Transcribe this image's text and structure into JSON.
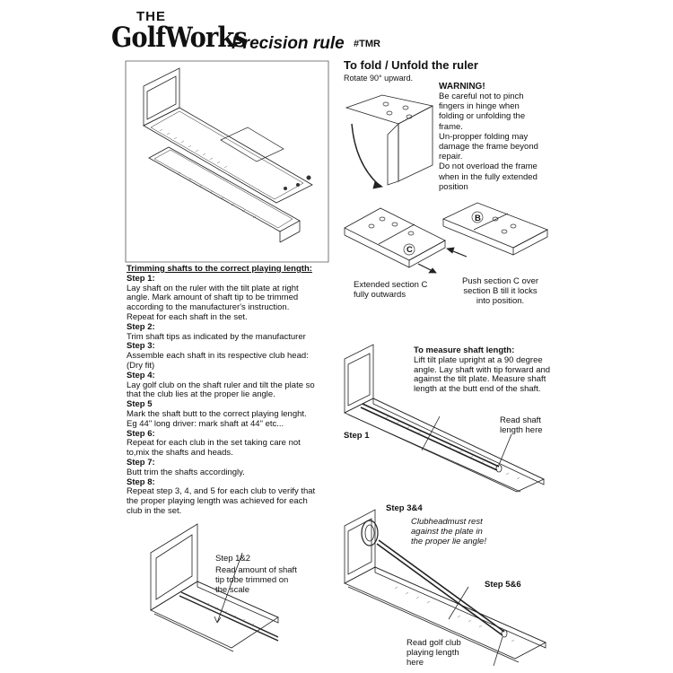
{
  "header": {
    "brand_the": "THE",
    "brand_name": "GolfWorks",
    "subtitle": "Precision rule",
    "model_code": "#TMR"
  },
  "fold_section": {
    "title": "To fold / Unfold the ruler",
    "rotate_text": "Rotate  90° upward.",
    "warning_title": "WARNING!",
    "warning_lines": [
      "Be careful not to pinch",
      "fingers in hinge when",
      "folding or unfolding the",
      "frame.",
      "Un-propper folding may",
      "damage the frame beyond",
      "repair.",
      "Do not overload the frame",
      "when in the fully extended",
      "position"
    ],
    "label_b": "B",
    "label_c": "C",
    "caption_extend": [
      "Extended section C",
      "fully outwards"
    ],
    "caption_push": [
      "Push section C over",
      "section B till it locks",
      "into position."
    ]
  },
  "trimming": {
    "heading": "Trimming shafts to the correct playing length:",
    "steps": [
      {
        "label": "Step 1:",
        "lines": [
          "Lay shaft on the ruler with the tilt plate at right",
          "angle. Mark amount of shaft tip to be trimmed",
          "according to the manufacturer's instruction.",
          "Repeat for each shaft in the set."
        ]
      },
      {
        "label": "Step 2:",
        "lines": [
          "Trim shaft tips as indicated by the manufacturer"
        ]
      },
      {
        "label": "Step 3:",
        "lines": [
          "Assemble each shaft in its respective club head:",
          "(Dry fit)"
        ]
      },
      {
        "label": "Step 4:",
        "lines": [
          "Lay golf club on the shaft ruler and tilt the plate so",
          "that the club lies at the proper lie angle."
        ]
      },
      {
        "label": "Step 5",
        "lines": [
          "Mark the shaft butt to the correct playing lenght.",
          "Eg 44\" long driver: mark shaft at 44\" etc..."
        ]
      },
      {
        "label": "Step 6:",
        "lines": [
          "Repeat for each club in the set taking care not",
          "to,mix  the shafts and heads."
        ]
      },
      {
        "label": "Step 7:",
        "lines": [
          "Butt trim the shafts accordingly."
        ]
      },
      {
        "label": "Step 8:",
        "lines": [
          "Repeat step 3, 4, and 5 for each club to verify that",
          "the proper playing length was achieved for each",
          "club in the set."
        ]
      }
    ]
  },
  "measure": {
    "title": "To measure shaft length:",
    "lines": [
      "Lift tilt plate upright at a 90 degree",
      "angle. Lay shaft with tip forward and",
      "against the tilt plate. Measure shaft",
      "length at the butt end of the shaft."
    ],
    "read_shaft": [
      "Read shaft",
      "length here"
    ],
    "step1_label": "Step 1"
  },
  "step12": {
    "label": "Step 1&2",
    "lines": [
      "Read amount of shaft",
      "tip tobe trimmed on",
      "the scale"
    ]
  },
  "step34": {
    "label": "Step 3&4",
    "note": [
      "Clubheadmust rest",
      "against the plate in",
      "the proper lie angle!"
    ],
    "step56_label": "Step 5&6",
    "read_golf": [
      "Read golf club",
      "playing length",
      "here"
    ]
  }
}
